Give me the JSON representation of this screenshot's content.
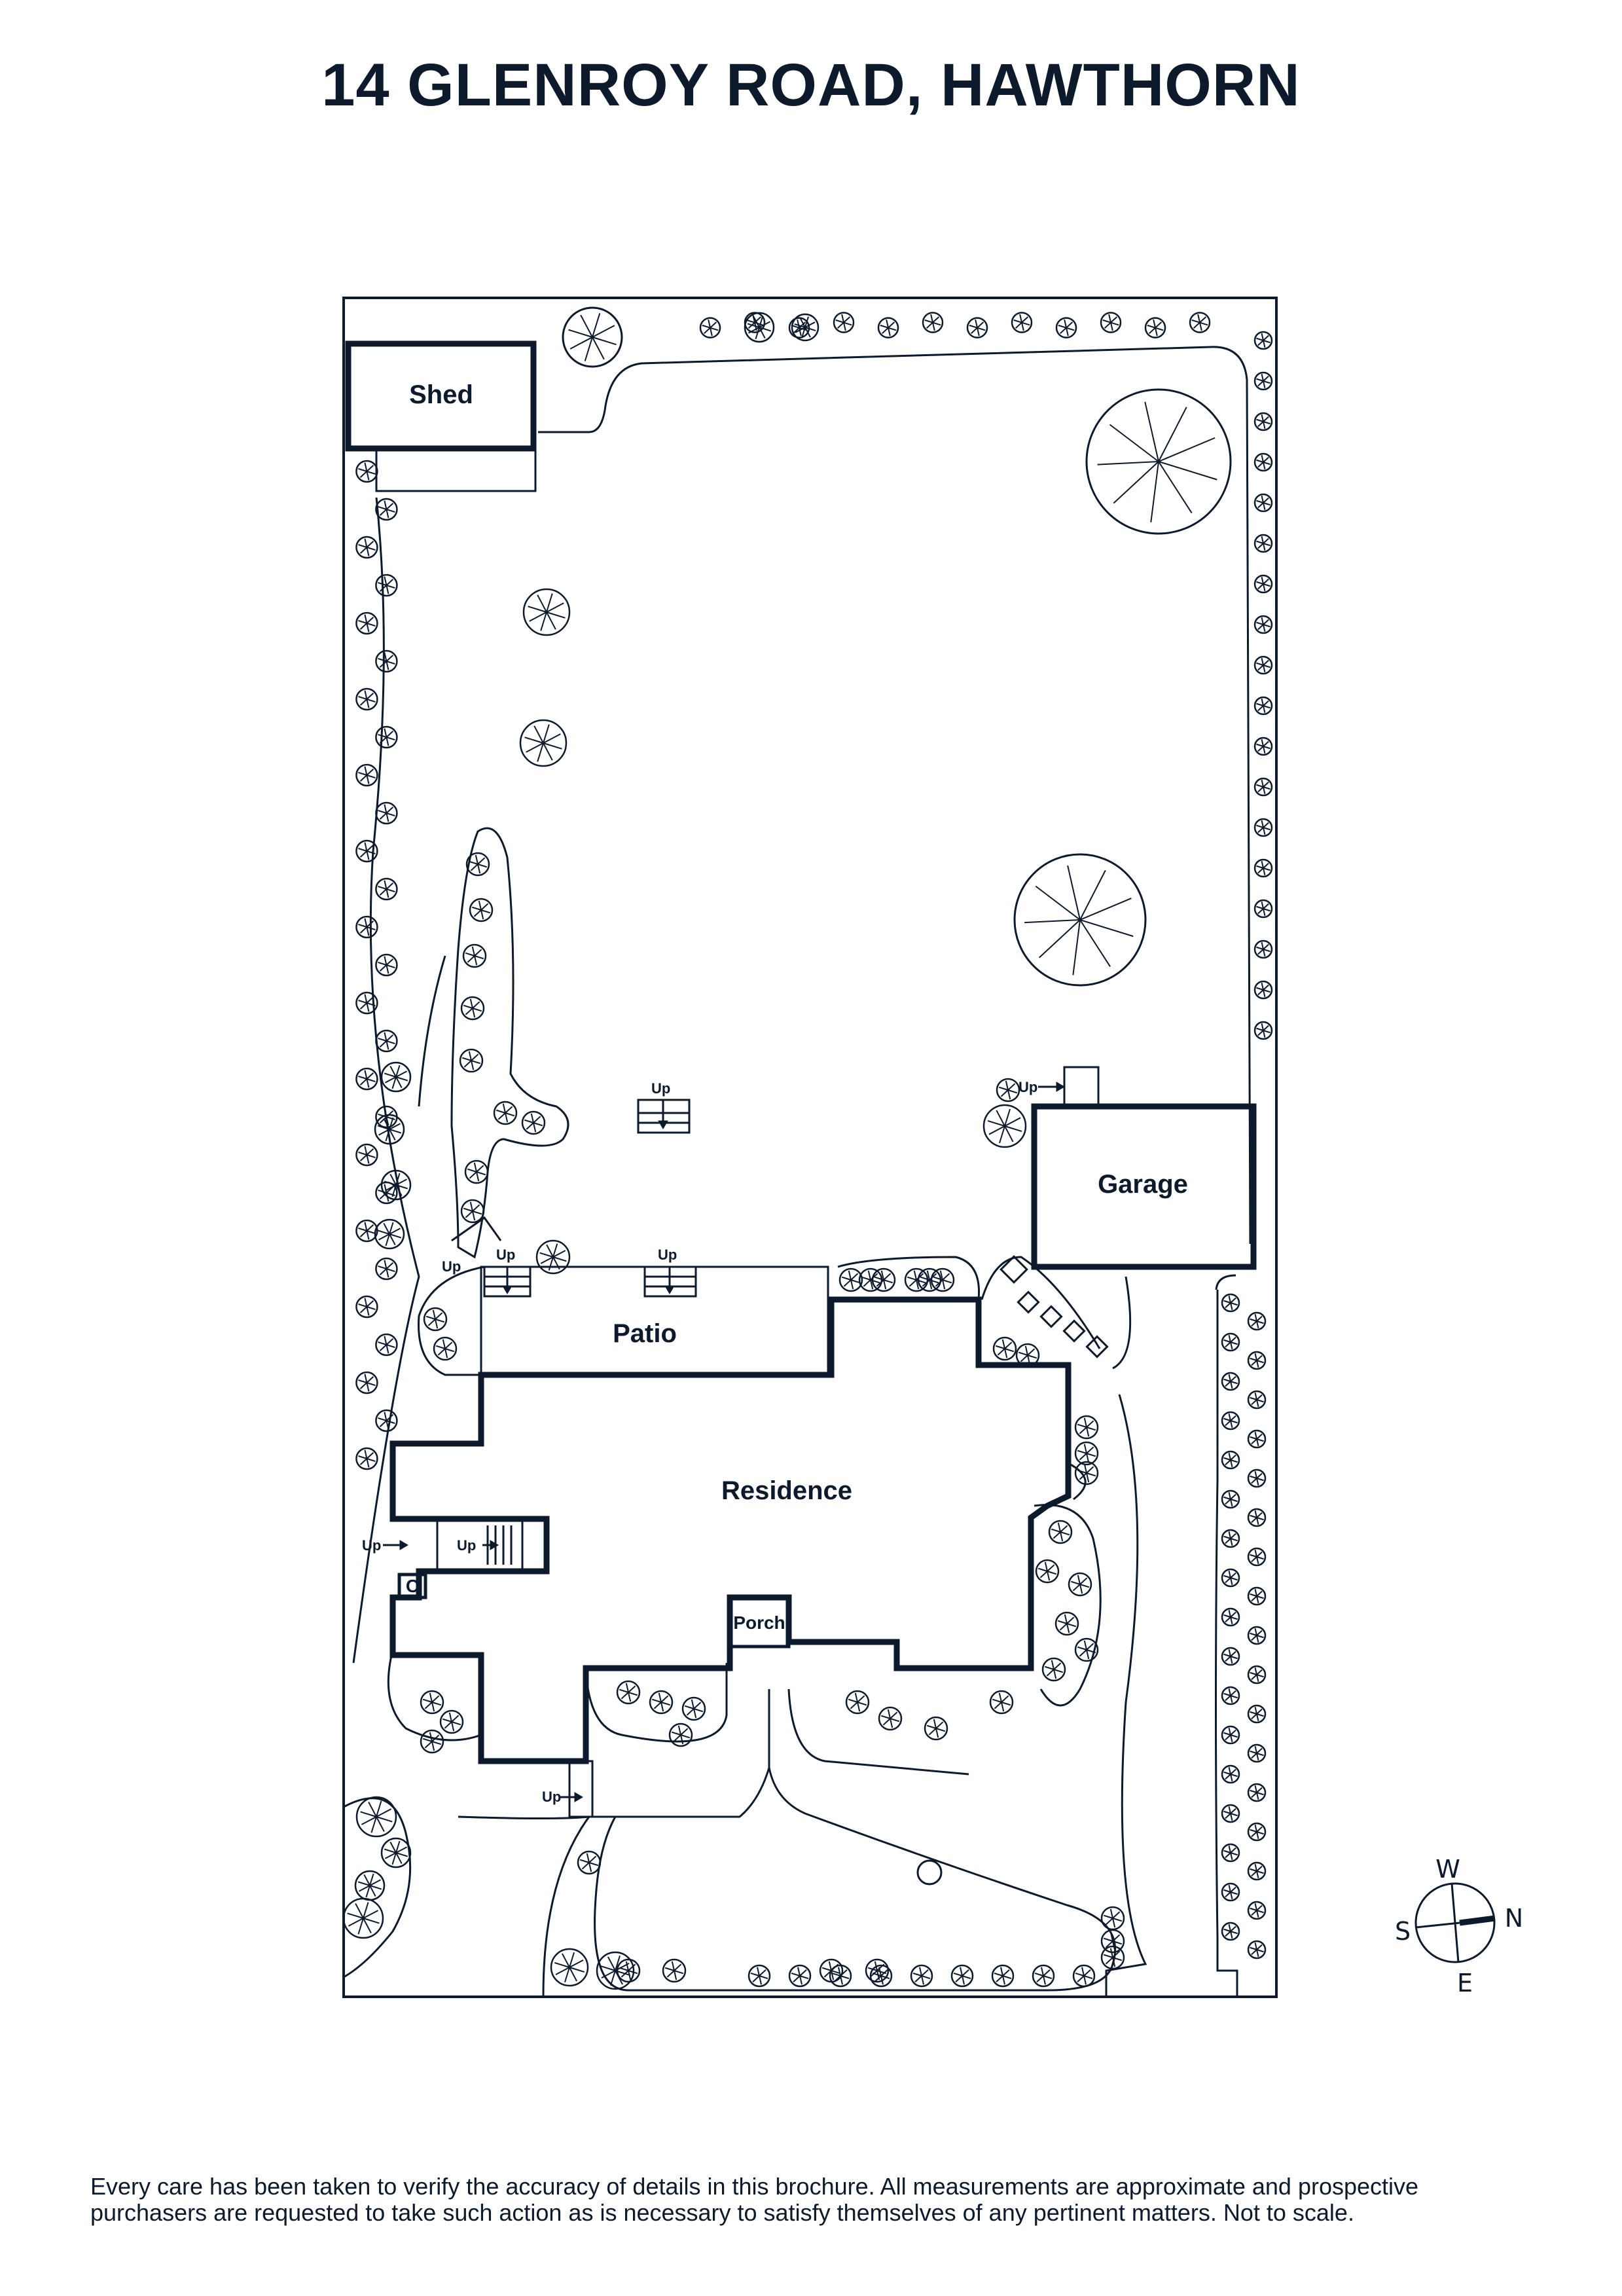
{
  "title": "14 GLENROY ROAD, HAWTHORN",
  "rooms": {
    "shed": "Shed",
    "garage": "Garage",
    "patio": "Patio",
    "residence": "Residence",
    "porch": "Porch",
    "cellar": "C"
  },
  "stair_label": "Up",
  "compass": {
    "w": "W",
    "n": "N",
    "s": "S",
    "e": "E"
  },
  "disclaimer": {
    "line1": "Every care has been taken to verify the accuracy of details in this brochure. All measurements are approximate and prospective",
    "line2": "purchasers are requested to take such action as is necessary to satisfy themselves of any pertinent matters. Not to scale."
  },
  "colors": {
    "ink": "#0d1a2b",
    "background": "#ffffff"
  },
  "icons": [
    "shrub-icon",
    "tree-icon",
    "compass-icon",
    "arrow-icon"
  ]
}
